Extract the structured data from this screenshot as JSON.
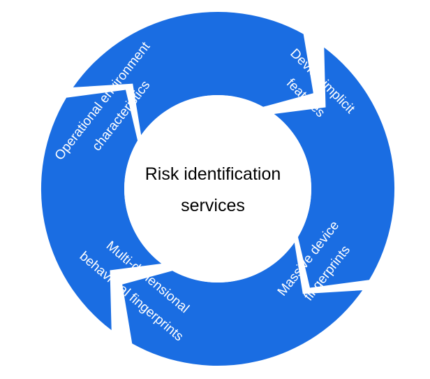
{
  "colors": {
    "segment_fill": "#1A6DE2",
    "background": "#ffffff",
    "center_text": "#000000",
    "segment_text": "#ffffff"
  },
  "center": {
    "line1": "Risk identification",
    "line2": "services"
  },
  "segments": [
    {
      "id": "device-implicit-features",
      "line1": "Device implicit",
      "line2": "features"
    },
    {
      "id": "massive-device-fingerprints",
      "line1": "Massive device",
      "line2": "fingerprints"
    },
    {
      "id": "multi-dimensional-behavioral-fingerprints",
      "line1": "Multi-dimensional",
      "line2": "behavioral fingerprints"
    },
    {
      "id": "operational-environment-characteristics",
      "line1": "Operational environment",
      "line2": "characteristics"
    }
  ]
}
